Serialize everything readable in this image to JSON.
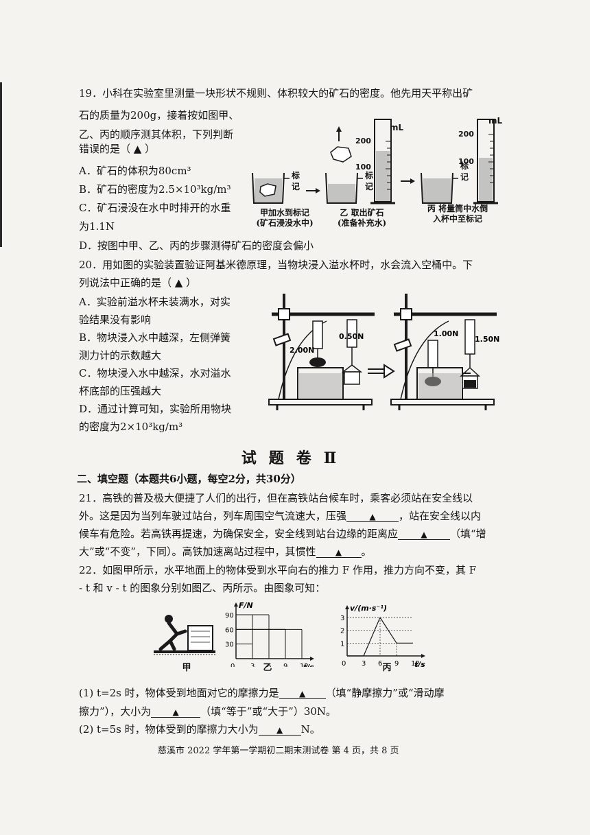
{
  "q19": {
    "line1": "19．小科在实验室里测量一块形状不规则、体积较大的矿石的密度。他先用天平称出矿",
    "line2": "石的质量为200g，接着按如图甲、",
    "line3": "乙、丙的顺序测其体积，下列判断",
    "line4": "错误的是（ ▲ ）",
    "a": "A．矿石的体积为80cm³",
    "b": "B．矿石的密度为2.5×10³kg/m³",
    "c1": "C．矿石浸没在水中时排开的水重",
    "c2": "为1.1N",
    "d": "D．按图中甲、乙、丙的步骤测得矿石的密度会偏小",
    "fig": {
      "mark1": "标记",
      "mark2": "标记",
      "mark3": "标记",
      "ml1": "mL",
      "ml2": "mL",
      "g200a": "200",
      "g100a": "100",
      "g200b": "200",
      "g100b": "100",
      "cap_a1": "甲加水到标记",
      "cap_a2": "(矿石浸没水中)",
      "cap_b1": "乙 取出矿石",
      "cap_b2": "(准备补充水)",
      "cap_c1": "丙 将量筒中水倒",
      "cap_c2": "入杯中至标记"
    }
  },
  "q20": {
    "line1": "20．用如图的实验装置验证阿基米德原理，当物块浸入溢水杯时，水会流入空桶中。下",
    "line2": "列说法中正确的是（ ▲ ）",
    "a1": "A．实验前溢水杯未装满水，对实",
    "a2": "验结果没有影响",
    "b1": "B．物块浸入水中越深，左侧弹簧",
    "b2": "测力计的示数越大",
    "c1": "C．物块浸入水中越深，水对溢水",
    "c2": "杯底部的压强越大",
    "d1": "D．通过计算可知，实验所用物块",
    "d2": "的密度为2×10³kg/m³",
    "fig": {
      "l1": "2.00N",
      "r1": "0.50N",
      "l2": "1.00N",
      "r2": "1.50N"
    }
  },
  "section": {
    "title": "试题卷Ⅱ",
    "heading": "二、填空题（本题共6小题，每空2分，共30分）"
  },
  "q21": {
    "line1": "21．高铁的普及极大便捷了人们的出行，但在高铁站台候车时，乘客必须站在安全线以",
    "line2a": "外。这是因为当列车驶过站台，列车周围空气流速大，压强",
    "line2b": "，站在安全线以内",
    "line3a": "候车有危险。若高铁再提速，为确保安全，安全线到站台边缘的距离应",
    "line3b": "（填“增",
    "line4a": "大”或“不变”，下同）。高铁加速离站过程中，其惯性",
    "line4b": "。",
    "blank": "▲"
  },
  "q22": {
    "line1": "22．如图甲所示，水平地面上的物体受到水平向右的推力 F 作用，推力方向不变，其 F",
    "line2": "- t 和 v - t 的图象分别如图乙、丙所示。由图象可知：",
    "p1a": "(1) t=2s 时，物体受到地面对它的摩擦力是",
    "p1b": "（填“静摩擦力”或“滑动摩",
    "p2a": "擦力”），大小为",
    "p2b": "（填“等于”或“大于”）30N。",
    "p3a": "(2) t=5s 时，物体受到的摩擦力大小为",
    "p3b": "N。",
    "blank": "▲",
    "cap_jia": "甲",
    "cap_yi": "乙",
    "cap_bing": "丙"
  },
  "chart_data": [
    {
      "type": "line",
      "title": "",
      "ylabel": "F/N",
      "xlabel": "t/s",
      "x_ticks": [
        3,
        6,
        9,
        12
      ],
      "y_ticks": [
        30,
        60,
        90
      ],
      "xlim": [
        0,
        12
      ],
      "ylim": [
        0,
        90
      ],
      "series": [
        {
          "x": [
            0,
            3,
            3,
            6,
            6,
            9,
            9,
            12
          ],
          "y": [
            30,
            30,
            90,
            90,
            60,
            60,
            60,
            60
          ]
        }
      ]
    },
    {
      "type": "line",
      "title": "",
      "ylabel": "v/(m·s⁻¹)",
      "xlabel": "t/s",
      "x_ticks": [
        3,
        6,
        9,
        12
      ],
      "y_ticks": [
        1,
        2,
        3
      ],
      "xlim": [
        0,
        12
      ],
      "ylim": [
        0,
        3
      ],
      "series": [
        {
          "x": [
            0,
            3,
            6,
            9,
            12
          ],
          "y": [
            0,
            0,
            3,
            1,
            1
          ]
        }
      ]
    }
  ],
  "footer": "慈溪市 2022 学年第一学期初二期末测试卷  第 4 页，共 8 页"
}
